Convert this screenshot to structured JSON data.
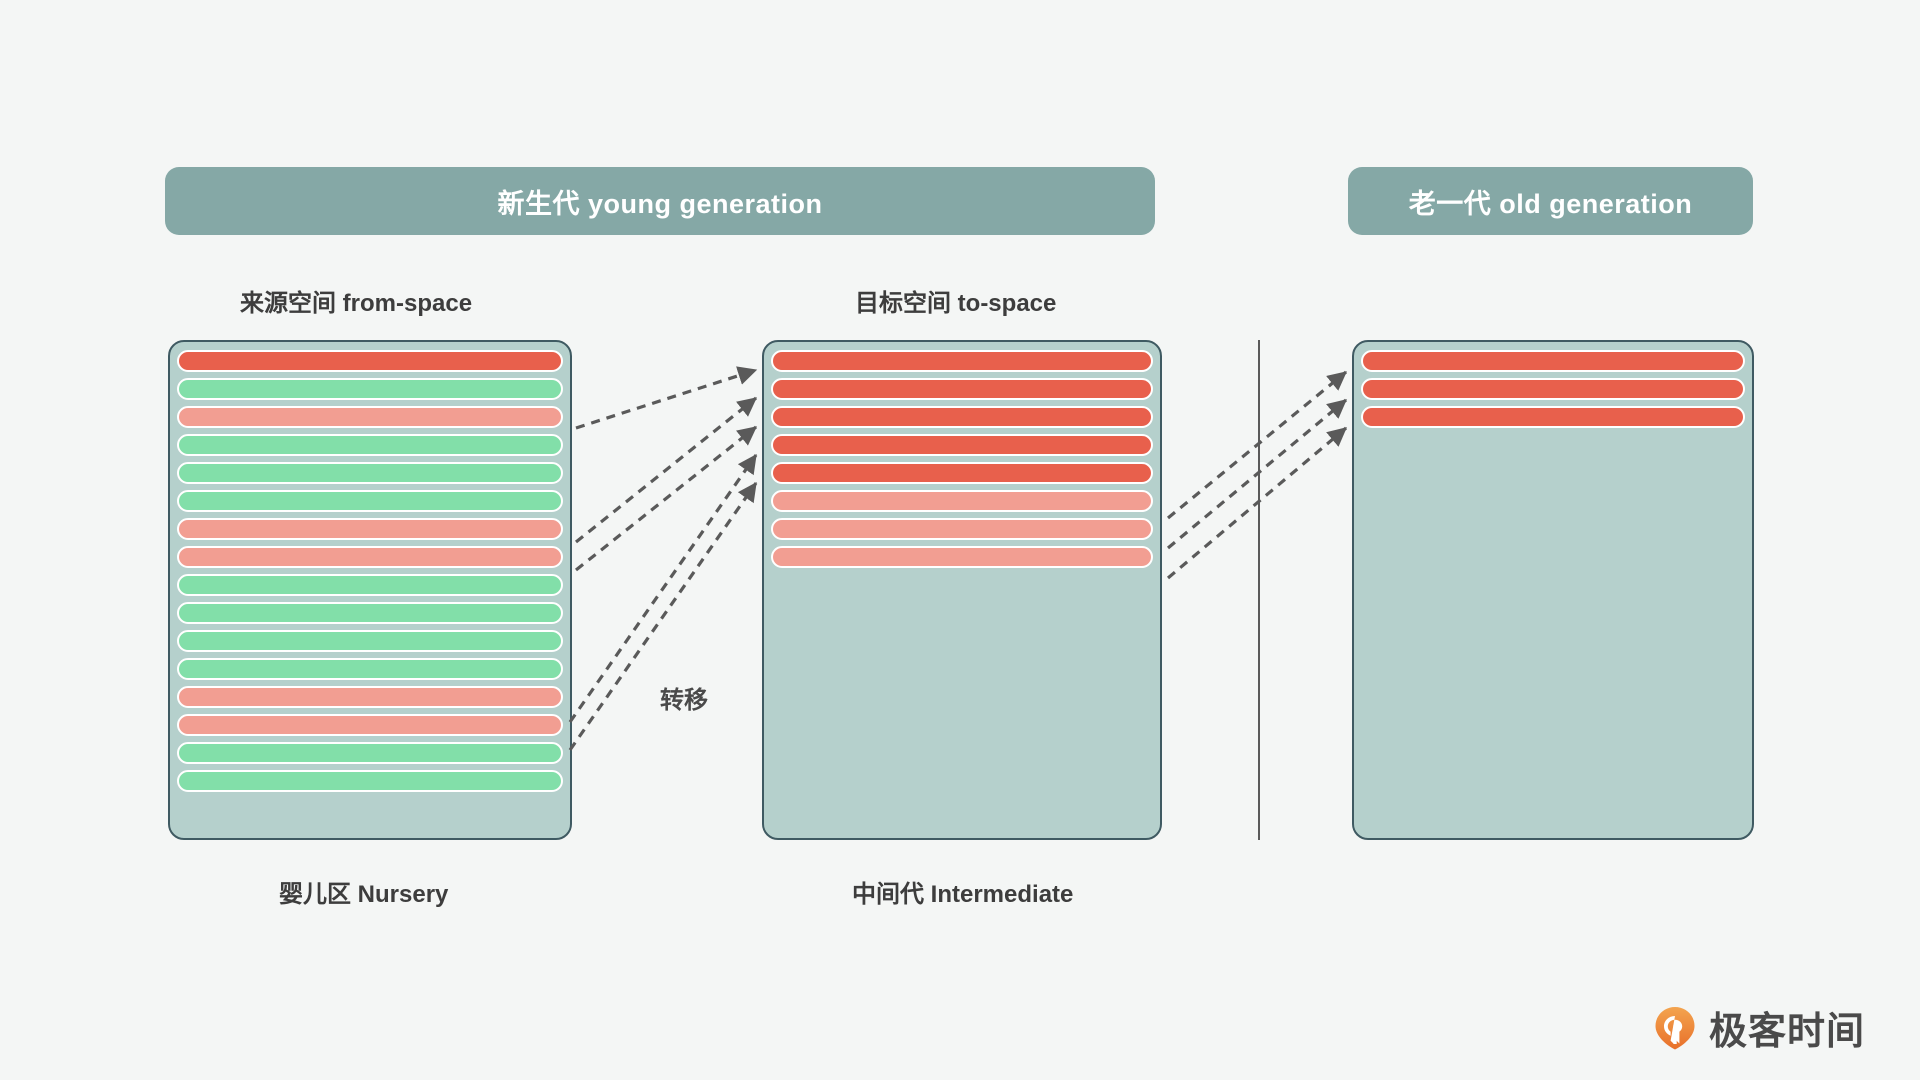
{
  "headers": {
    "young": "新生代 young generation",
    "old": "老一代 old generation"
  },
  "labels": {
    "from_space": "来源空间 from-space",
    "to_space": "目标空间 to-space",
    "nursery": "婴儿区 Nursery",
    "intermediate": "中间代 Intermediate",
    "transfer": "转移"
  },
  "colors": {
    "background": "#f4f6f5",
    "header_bar": "#85a8a6",
    "space_fill": "#b5d0cc",
    "space_border": "#3f5a62",
    "block_green": "#82dfa9",
    "block_pale_red": "#f29e92",
    "block_dark_red": "#e8604c",
    "arrow": "#5a5a5a",
    "text": "#3d3d3d",
    "logo_orange": "#ed7d31"
  },
  "spaces": {
    "from_space": {
      "name": "from-space",
      "block_count": 16,
      "blocks": [
        "dark-red",
        "green",
        "pale-red",
        "green",
        "green",
        "green",
        "pale-red",
        "pale-red",
        "green",
        "green",
        "green",
        "green",
        "pale-red",
        "pale-red",
        "green",
        "green"
      ]
    },
    "to_space": {
      "name": "to-space",
      "block_count": 8,
      "blocks": [
        "dark-red",
        "dark-red",
        "dark-red",
        "dark-red",
        "dark-red",
        "pale-red",
        "pale-red",
        "pale-red"
      ]
    },
    "old_space": {
      "name": "old generation",
      "block_count": 3,
      "blocks": [
        "dark-red",
        "dark-red",
        "dark-red"
      ]
    }
  },
  "arrows": {
    "from_to_space_count": 5,
    "to_old_count": 3
  },
  "logo": {
    "text": "极客时间",
    "mark": "location-pin-icon"
  }
}
